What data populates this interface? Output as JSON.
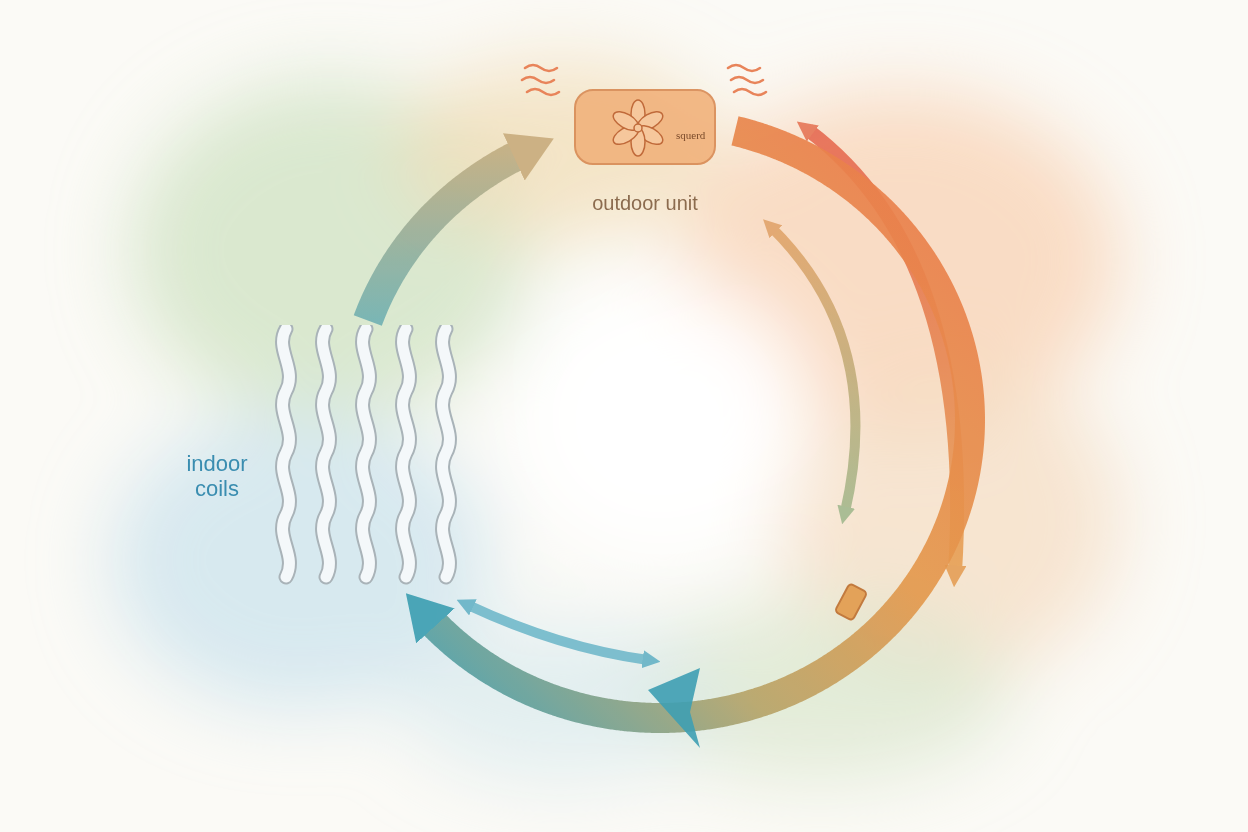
{
  "diagram": {
    "nodes": [
      {
        "text": [
          "outdoor unit"
        ]
      },
      {
        "text": [
          "indoor coils"
        ]
      }
    ],
    "edges": [
      {
        "from": 1,
        "to": 0,
        "arrow": "to"
      },
      {
        "from": 0,
        "to": 1,
        "arrow": "to"
      }
    ],
    "labels": [
      "squerd"
    ]
  }
}
